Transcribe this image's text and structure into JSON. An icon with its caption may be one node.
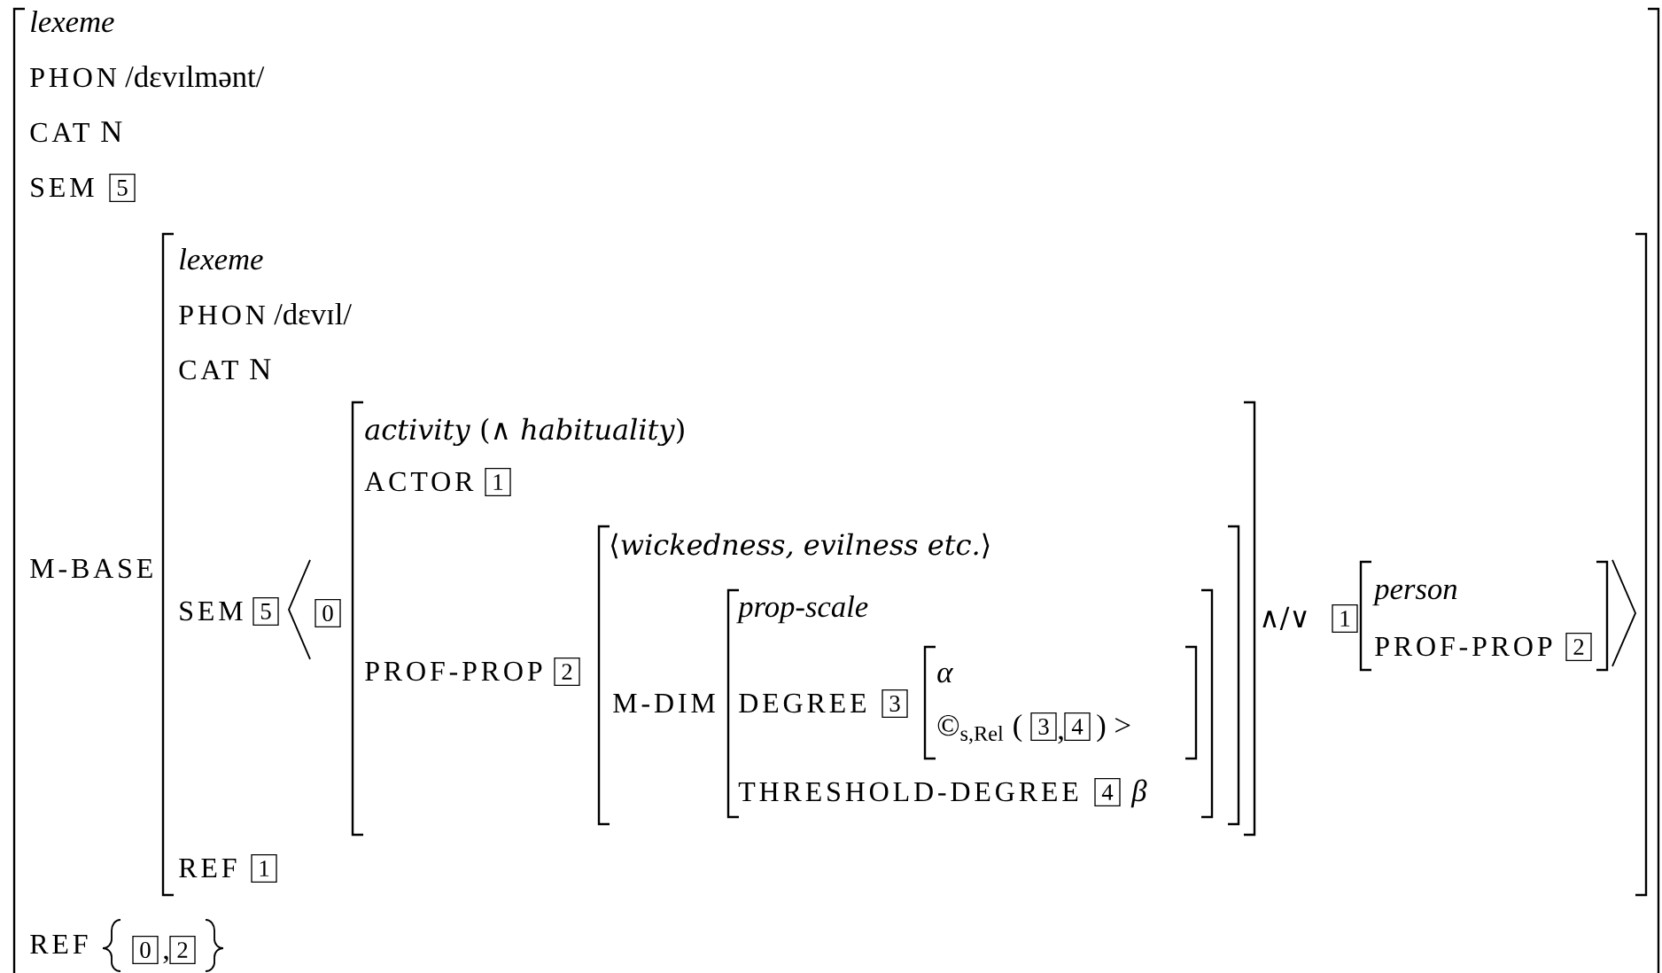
{
  "diagram": {
    "nodes": [
      {
        "text": [
          "lexeme",
          "PHON",
          "/dɛvɪlmənt/",
          "CAT",
          "N",
          "SEM",
          "M-BASE",
          "REF",
          ","
        ]
      },
      {
        "text": [
          "5"
        ],
        "in": 0
      },
      {
        "text": [
          "lexeme",
          "PHON",
          "/dɛvɪl/",
          "CAT",
          "N",
          "SEM",
          "∧/∨",
          "REF"
        ],
        "in": 0
      },
      {
        "text": [
          "5"
        ],
        "in": 2
      },
      {
        "text": [
          "0"
        ],
        "in": 2
      },
      {
        "text": [
          "*activity* (∧ *habituality*)",
          "ACTOR",
          "PROF-PROP"
        ],
        "in": 2
      },
      {
        "text": [
          "1"
        ],
        "in": 5
      },
      {
        "text": [
          "2"
        ],
        "in": 5
      },
      {
        "text": [
          "⟨*wickedness, evilness etc.*⟩",
          "M-DIM"
        ],
        "in": 5
      },
      {
        "text": [
          "prop-scale",
          "DEGREE",
          "THRESHOLD-DEGREE",
          "β"
        ],
        "in": 8
      },
      {
        "text": [
          "3"
        ],
        "in": 9
      },
      {
        "text": [
          "α",
          "©$_{s,Rel}$ (",
          ",",
          ") >"
        ],
        "in": 9
      },
      {
        "text": [
          "3"
        ],
        "in": 11
      },
      {
        "text": [
          "4"
        ],
        "in": 11
      },
      {
        "text": [
          "4"
        ],
        "in": 9
      },
      {
        "text": [
          "1"
        ],
        "in": 2
      },
      {
        "text": [
          "person",
          "PROF-PROP"
        ],
        "in": 2
      },
      {
        "text": [
          "2"
        ],
        "in": 16
      },
      {
        "text": [
          "1"
        ],
        "in": 2
      },
      {
        "text": [
          "0"
        ],
        "in": 0
      },
      {
        "text": [
          "2"
        ],
        "in": 0
      }
    ]
  }
}
